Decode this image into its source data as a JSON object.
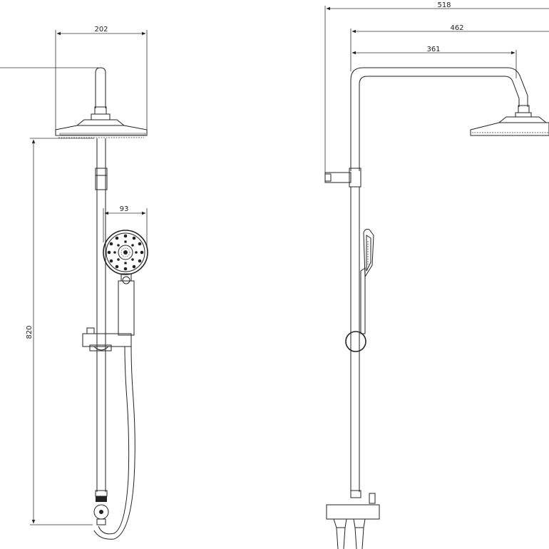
{
  "dimensions": {
    "head_width": "202",
    "handshower_width": "93",
    "height": "820",
    "arm_outer": "518",
    "arm_middle": "462",
    "arm_inner": "361"
  }
}
